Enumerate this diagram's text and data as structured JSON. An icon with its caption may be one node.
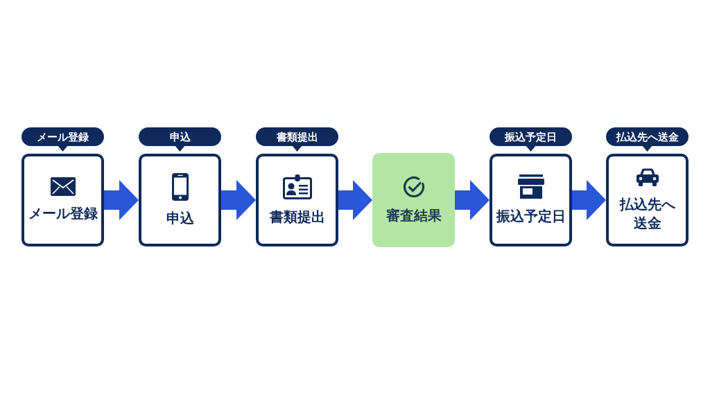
{
  "diagram": {
    "nodes": [
      {
        "text": [
          "メール登録"
        ]
      },
      {
        "text": [
          "メール登録"
        ]
      },
      {
        "text": [
          "申込"
        ]
      },
      {
        "text": [
          "申込"
        ]
      },
      {
        "text": [
          "書類提出"
        ]
      },
      {
        "text": [
          "書類提出"
        ]
      },
      {
        "text": [
          "審査結果"
        ]
      },
      {
        "text": [
          "振込予定日"
        ]
      },
      {
        "text": [
          "振込予定日"
        ]
      },
      {
        "text": [
          "払込先へ送金"
        ]
      },
      {
        "text": [
          "払込先へ送金"
        ]
      }
    ],
    "edges": [
      {
        "from": 1,
        "to": 3,
        "arrow": "to"
      },
      {
        "from": 3,
        "to": 5,
        "arrow": "to"
      },
      {
        "from": 5,
        "to": 6,
        "arrow": "to"
      },
      {
        "from": 6,
        "to": 8,
        "arrow": "to"
      },
      {
        "from": 8,
        "to": 10,
        "arrow": "to"
      }
    ]
  }
}
